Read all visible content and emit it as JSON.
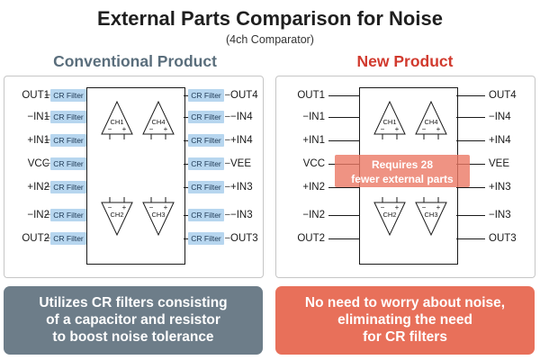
{
  "title": "External Parts Comparison for Noise",
  "subtitle": "(4ch Comparator)",
  "conventional": {
    "heading": "Conventional Product",
    "filter_label": "CR Filter",
    "left_pins": [
      "OUT1",
      "−IN1",
      "+IN1",
      "VCC",
      "+IN2",
      "−IN2",
      "OUT2"
    ],
    "right_pins": [
      "OUT4",
      "−IN4",
      "+IN4",
      "VEE",
      "+IN3",
      "−IN3",
      "OUT3"
    ],
    "channels": [
      "CH1",
      "CH4",
      "CH2",
      "CH3"
    ],
    "caption_lines": [
      "Utilizes CR filters consisting",
      "of a capacitor and resistor",
      "to boost noise tolerance"
    ]
  },
  "new": {
    "heading": "New Product",
    "left_pins": [
      "OUT1",
      "−IN1",
      "+IN1",
      "VCC",
      "+IN2",
      "−IN2",
      "OUT2"
    ],
    "right_pins": [
      "OUT4",
      "−IN4",
      "+IN4",
      "VEE",
      "+IN3",
      "−IN3",
      "OUT3"
    ],
    "channels": [
      "CH1",
      "CH4",
      "CH2",
      "CH3"
    ],
    "note_lines": [
      "Requires 28",
      "fewer external parts"
    ],
    "caption_lines": [
      "No need to worry about noise,",
      "eliminating the need",
      "for CR filters"
    ]
  },
  "colors": {
    "conventional_heading": "#5a6e7c",
    "new_heading": "#d13a2e",
    "cr_filter_fill": "#b7d6ef",
    "conventional_banner": "#6d7d89",
    "new_banner": "#e8705a",
    "note_fill": "#eb7864"
  }
}
